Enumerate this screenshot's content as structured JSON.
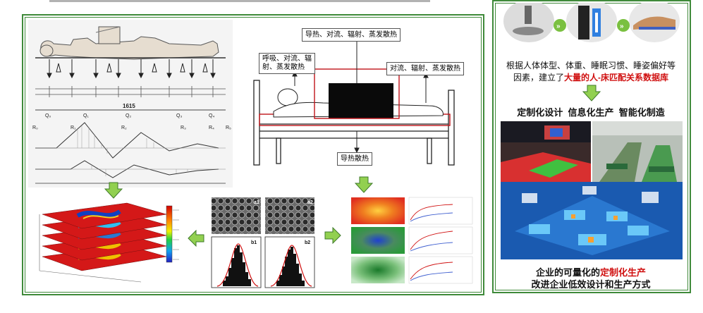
{
  "thermal_labels": {
    "top": "导热、对流、辐射、蒸发散热",
    "left_line1": "呼吸、对流、辐",
    "left_line2": "射、蒸发散热",
    "right": "对流、辐射、蒸发散热",
    "bottom": "导热散热"
  },
  "body_diagram": {
    "length_label": "1615",
    "force_labels": [
      "Q₀",
      "Q₁",
      "Q₂",
      "Q₃",
      "Q₄"
    ],
    "reaction_labels": [
      "R₀",
      "R₁",
      "R₂",
      "R₃",
      "R₄",
      "R₅"
    ]
  },
  "micro_labels": [
    "a1",
    "a2",
    "b1",
    "b2"
  ],
  "right_panel": {
    "database_text_line1": "根据人体体型、体重、睡眠习惯、睡姿偏好等",
    "database_text_line2_prefix": "因素，建立了",
    "database_text_line2_highlight": "大量的人-床匹配关系数据库",
    "capabilities": "定制化设计  信息化生产  智能化制造",
    "conclusion_line1_prefix": "企业的可量化的",
    "conclusion_line1_highlight": "定制化生产",
    "conclusion_line2": "改进企业低效设计和生产方式"
  },
  "colors": {
    "panel_border": "#3f8a3a",
    "arrow_fill": "#92d050",
    "highlight_red": "#d01010",
    "heat_red": "#e03020",
    "heat_green": "#2a9a3a",
    "heat_blue": "#2040d0"
  }
}
